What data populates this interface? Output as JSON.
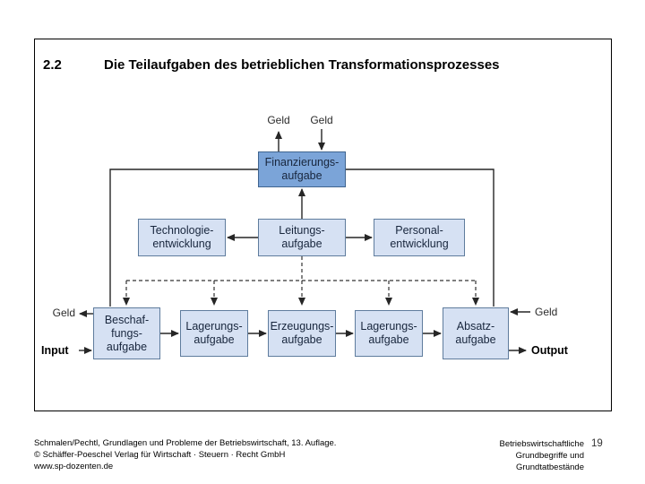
{
  "slide": {
    "section_number": "2.2",
    "title": "Die Teilaufgaben des betrieblichen Transformationsprozesses"
  },
  "diagram": {
    "boxes": {
      "finanzierung": {
        "lines": [
          "Finanzierungs-",
          "aufgabe"
        ]
      },
      "technologie": {
        "lines": [
          "Technologie-",
          "entwicklung"
        ]
      },
      "leitung": {
        "lines": [
          "Leitungs-",
          "aufgabe"
        ]
      },
      "personal": {
        "lines": [
          "Personal-",
          "entwicklung"
        ]
      },
      "beschaffung": {
        "lines": [
          "Beschaf-",
          "fungs-",
          "aufgabe"
        ]
      },
      "lagerung1": {
        "lines": [
          "Lagerungs-",
          "aufgabe"
        ]
      },
      "erzeugung": {
        "lines": [
          "Erzeugungs-",
          "aufgabe"
        ]
      },
      "lagerung2": {
        "lines": [
          "Lagerungs-",
          "aufgabe"
        ]
      },
      "absatz": {
        "lines": [
          "Absatz-",
          "aufgabe"
        ]
      }
    },
    "labels": {
      "geld_top_left": "Geld",
      "geld_top_right": "Geld",
      "geld_left": "Geld",
      "geld_right": "Geld",
      "input": "Input",
      "output": "Output"
    },
    "colors": {
      "primary_box_fill": "#7ba4d8",
      "primary_box_border": "#3f648f",
      "secondary_box_fill": "#d6e1f3",
      "secondary_box_border": "#5f7c9d",
      "box_text": "#18263d",
      "line": "#262626"
    }
  },
  "footer": {
    "left_lines": [
      "Schmalen/Pechtl, Grundlagen und Probleme der Betriebswirtschaft, 13. Auflage.",
      "© Schäffer-Poeschel Verlag für Wirtschaft · Steuern · Recht GmbH",
      "www.sp-dozenten.de"
    ],
    "right_lines": [
      "Betriebswirtschaftliche",
      "Grundbegriffe und",
      "Grundtatbestände"
    ],
    "page_number": "19"
  }
}
